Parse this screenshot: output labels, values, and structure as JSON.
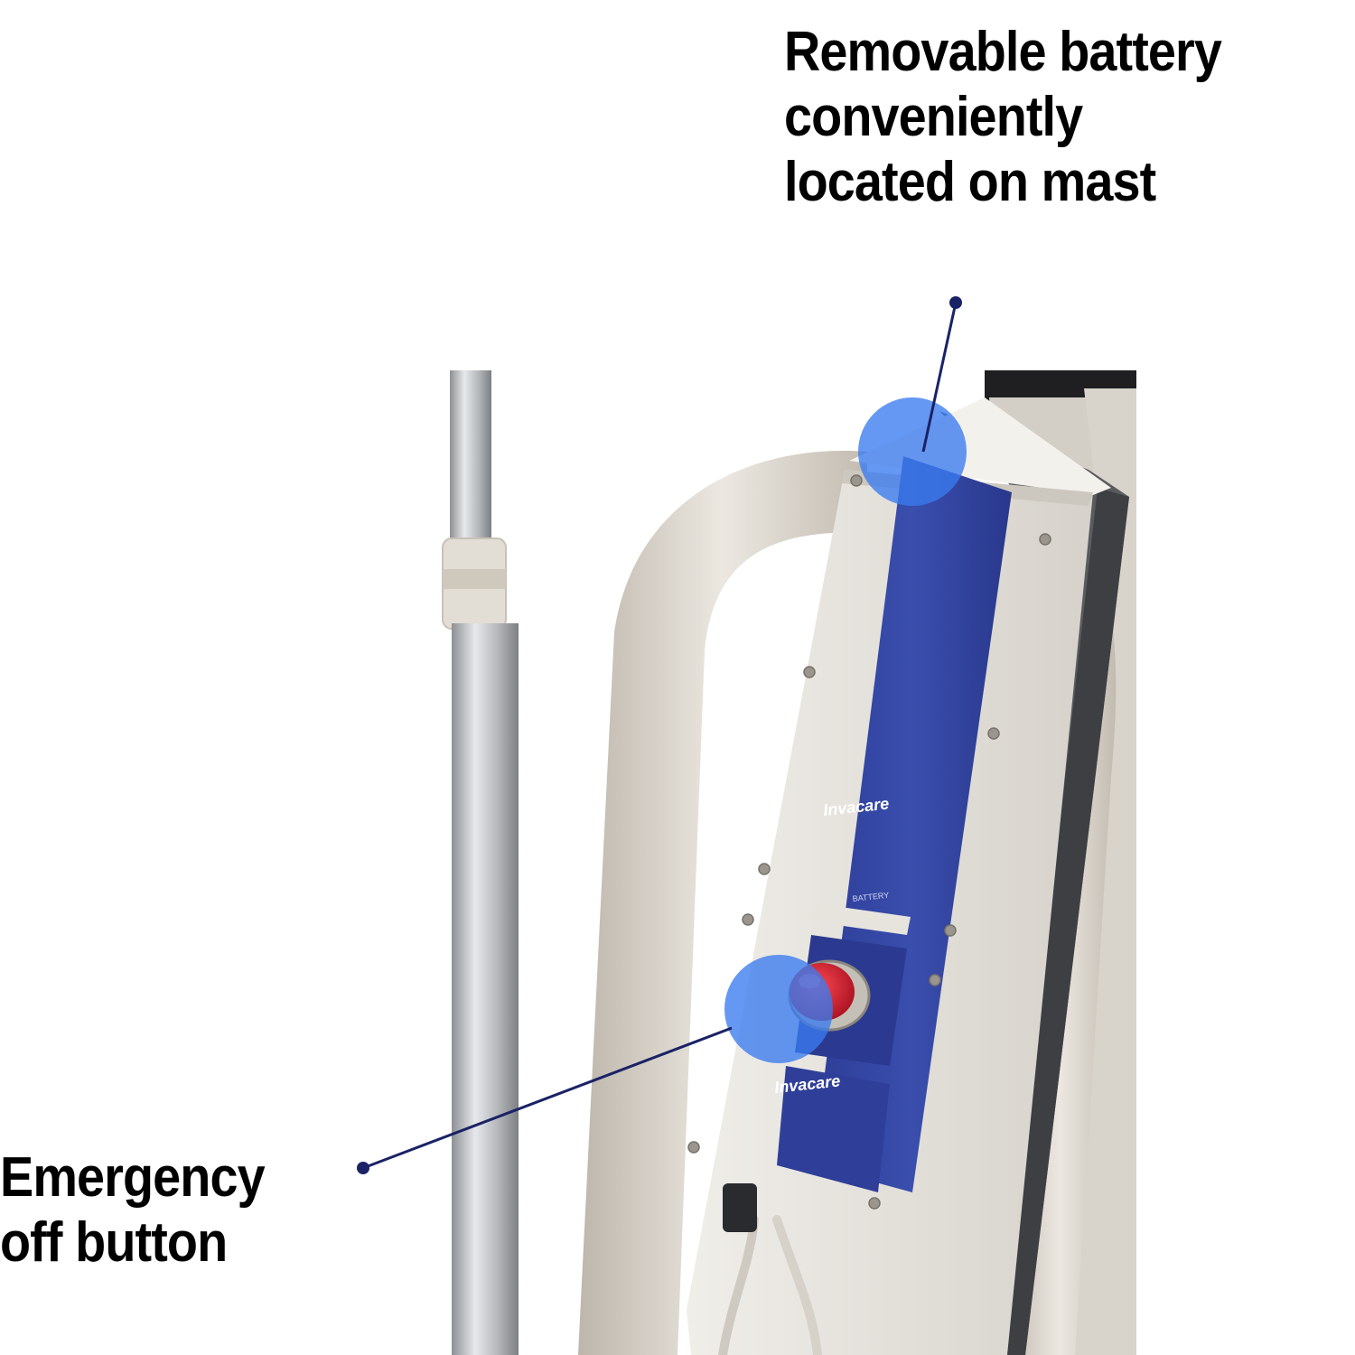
{
  "callouts": {
    "battery": {
      "lines": [
        "Removable battery",
        "conveniently",
        "located on mast"
      ]
    },
    "emergency": {
      "lines": [
        "Emergency",
        "off button"
      ]
    }
  },
  "colors": {
    "highlight": "#3a7bef",
    "leader": "#1a2366",
    "panel_blue": "#2c3f9b",
    "housing": "#e4e1dc",
    "frame": "#d9d4cb",
    "mast": "#b7b9bc",
    "stop_button": "#d7162a"
  }
}
